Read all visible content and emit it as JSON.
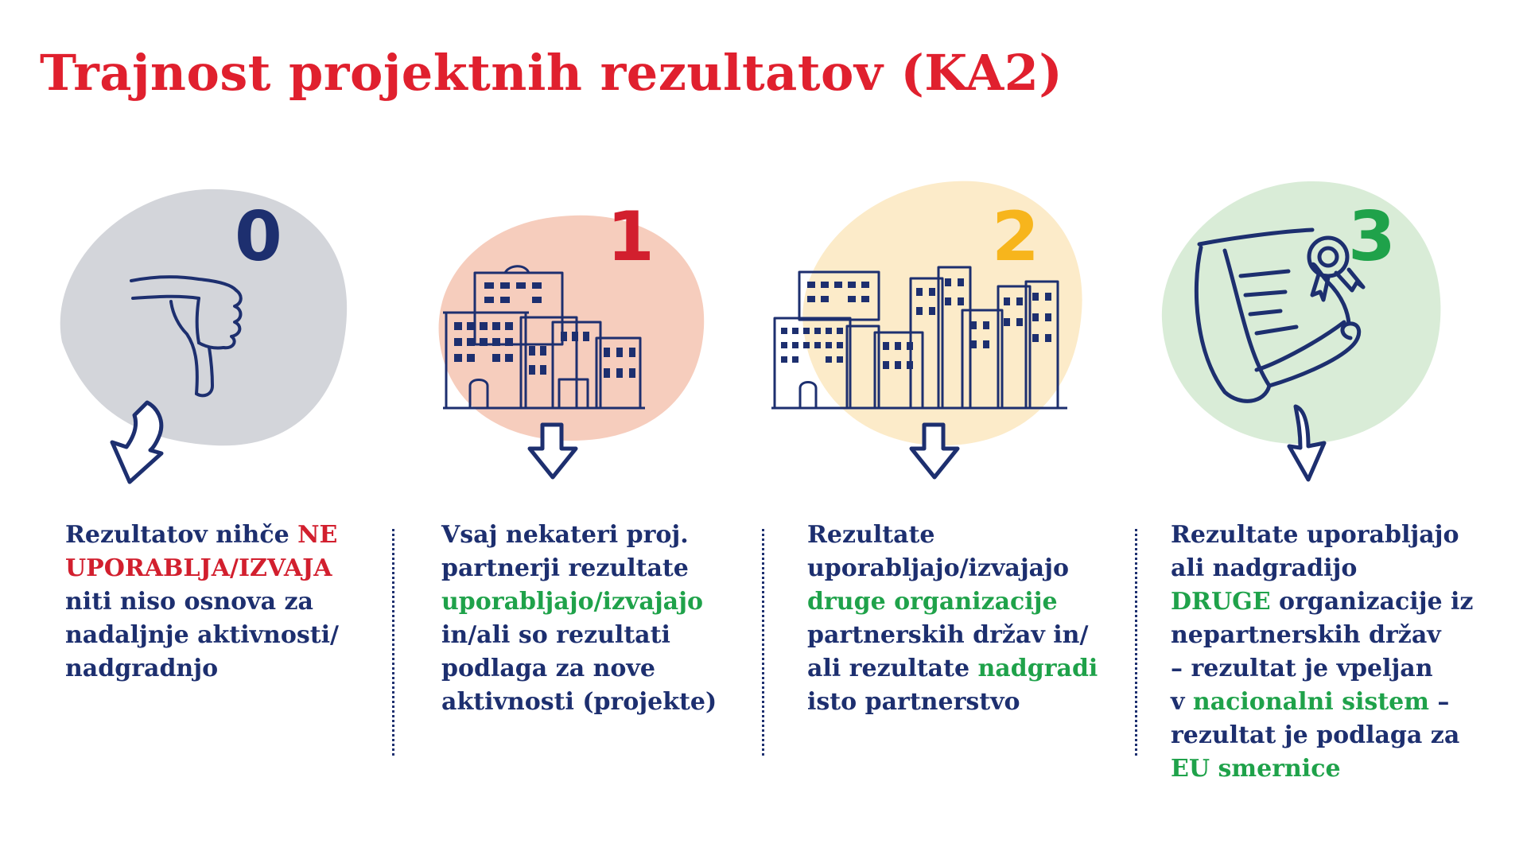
{
  "title": "Trajnost projektnih rezultatov (KA2)",
  "colors": {
    "title": "#e0202e",
    "navy": "#1d2f6f",
    "red": "#d21f2e",
    "green": "#1fa24a",
    "yellow": "#f7b51c",
    "blob_gray": "#d3d5da",
    "blob_peach": "#f6cdbd",
    "blob_yellow": "#fcebc9",
    "blob_green": "#d9ecd7"
  },
  "levels": [
    {
      "number": "0",
      "icon": "thumbs-down-icon",
      "lines": [
        [
          "Rezultatov nihče ",
          "NE"
        ],
        [
          "UPORABLJA/IZVAJA"
        ],
        [
          "niti niso osnova za"
        ],
        [
          "nadaljnje aktivnosti/"
        ],
        [
          "nadgradnjo"
        ]
      ]
    },
    {
      "number": "1",
      "icon": "buildings-icon",
      "lines": [
        [
          "Vsaj nekateri proj."
        ],
        [
          "partnerji rezultate"
        ],
        [
          "uporabljajo/izvajajo"
        ],
        [
          "in/ali so rezultati"
        ],
        [
          "podlaga za nove"
        ],
        [
          "aktivnosti (projekte)"
        ]
      ]
    },
    {
      "number": "2",
      "icon": "city-icon",
      "lines": [
        [
          "Rezultate"
        ],
        [
          "uporabljajo/izvajajo"
        ],
        [
          "druge organizacije"
        ],
        [
          "partnerskih držav in/"
        ],
        [
          "ali rezultate ",
          "nadgradi"
        ],
        [
          "isto partnerstvo"
        ]
      ]
    },
    {
      "number": "3",
      "icon": "certificate-scroll-icon",
      "lines": [
        [
          "Rezultate uporabljajo"
        ],
        [
          "ali nadgradijo"
        ],
        [
          "DRUGE",
          " organizacije iz"
        ],
        [
          "nepartnerskih držav"
        ],
        [
          "– rezultat je vpeljan"
        ],
        [
          "v ",
          "nacionalni sistem",
          " –"
        ],
        [
          "rezultat je podlaga za"
        ],
        [
          "EU smernice"
        ]
      ]
    }
  ]
}
